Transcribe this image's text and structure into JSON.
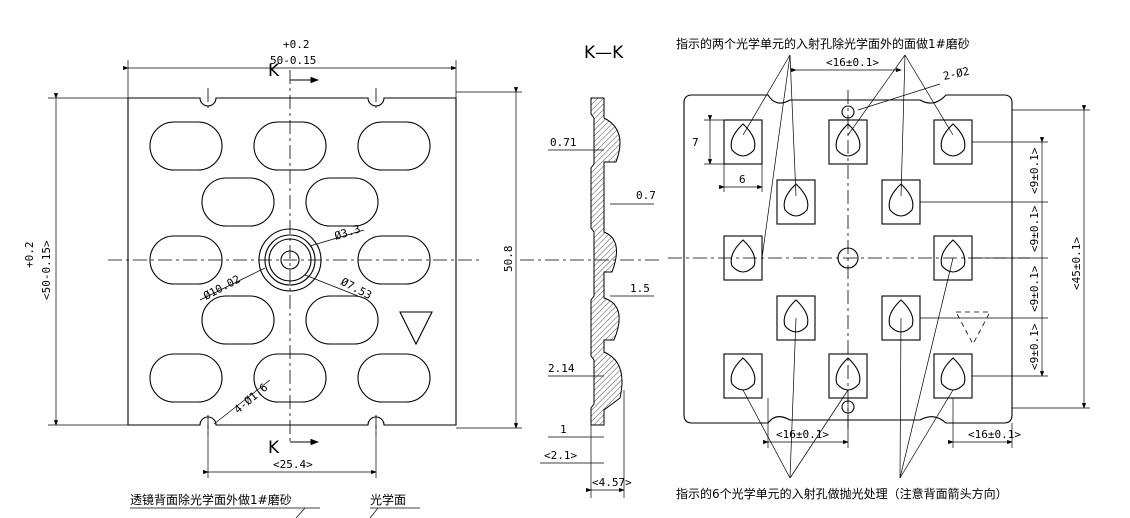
{
  "views": {
    "front": {
      "section_top": "K",
      "section_bottom": "K",
      "width_tol_upper": "+0.2",
      "width_dim": "50-0.15",
      "height_tol_upper": "+0.2",
      "height_dim": "<50-0.15>",
      "height_overall": "50.8",
      "bottom_dim": "<25.4>",
      "dia_small": "Ø3.3",
      "dia_mid": "Ø7.53",
      "dia_large": "Ø10.02",
      "holes_note": "4-Ø1.6",
      "note_back": "透镜背面除光学面外做1#磨砂",
      "note_optical": "光学面"
    },
    "section": {
      "title": "K—K",
      "d1": "0.71",
      "d2": "0.7",
      "d3": "1.5",
      "d4": "2.14",
      "d5": "1",
      "d6": "<2.1>",
      "d7": "<4.57>"
    },
    "top": {
      "note_top": "指示的两个光学单元的入射孔除光学面外的面做1#磨砂",
      "note_bottom": "指示的6个光学单元的入射孔做抛光处理（注意背面箭头方向）",
      "pitch_top": "<16±0.1>",
      "holes": "2-Ø2",
      "cell_h": "7",
      "cell_w": "6",
      "v_pitch_1": "<9±0.1>",
      "v_pitch_2": "<9±0.1>",
      "v_pitch_3": "<9±0.1>",
      "v_pitch_4": "<9±0.1>",
      "v_total": "<45±0.1>",
      "pitch_bot_1": "<16±0.1>",
      "pitch_bot_2": "<16±0.1>"
    }
  }
}
